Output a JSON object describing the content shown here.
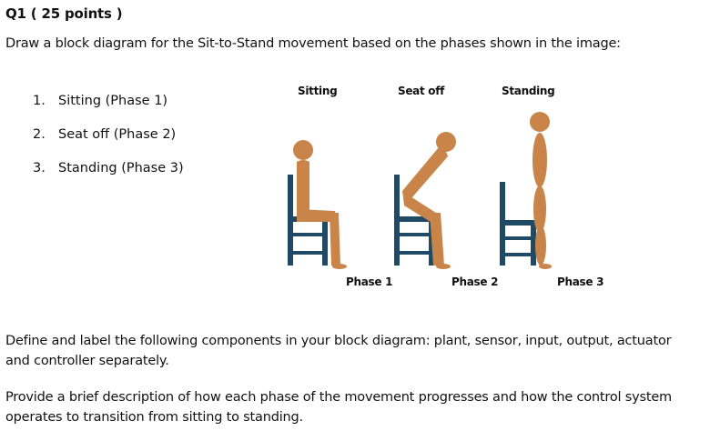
{
  "question": {
    "title": "Q1 ( 25 points )",
    "prompt": "Draw a block diagram for the Sit-to-Stand movement based on the phases shown in the image:"
  },
  "phases_list": [
    {
      "num": "1.",
      "text": "Sitting (Phase 1)"
    },
    {
      "num": "2.",
      "text": "Seat off (Phase 2)"
    },
    {
      "num": "3.",
      "text": "Standing (Phase 3)"
    }
  ],
  "figure": {
    "top_labels": [
      "Sitting",
      "Seat off",
      "Standing"
    ],
    "bottom_labels": [
      "Phase 1",
      "Phase 2",
      "Phase 3"
    ],
    "colors": {
      "body": "#c9844a",
      "chair": "#1e4a66"
    }
  },
  "instructions": {
    "define_line1": "Define and label the following components in your block diagram: plant, sensor, input, output, actuator",
    "define_line2": "and controller separately.",
    "describe_line1": "Provide a brief description of how each phase of the movement progresses and how the control system",
    "describe_line2": "operates to transition from sitting to standing."
  }
}
